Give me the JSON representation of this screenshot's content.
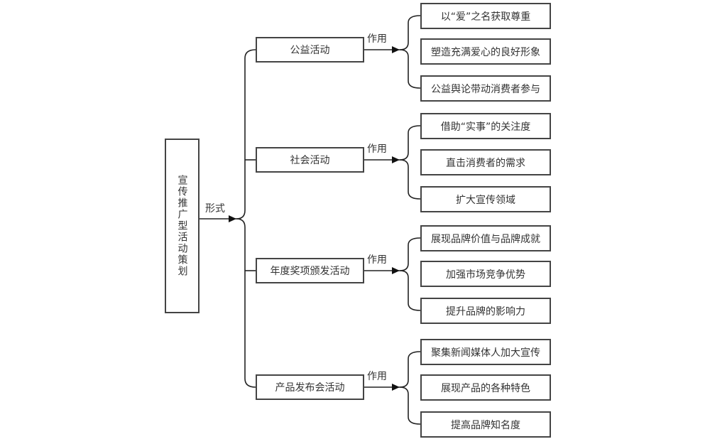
{
  "root": {
    "label": "宣传推广型活动策划",
    "edge_label": "形式"
  },
  "branches": [
    {
      "label": "公益活动",
      "edge_label": "作用",
      "effects": [
        "以“爱”之名获取尊重",
        "塑造充满爱心的良好形象",
        "公益舆论带动消费者参与"
      ]
    },
    {
      "label": "社会活动",
      "edge_label": "作用",
      "effects": [
        "借助“实事”的关注度",
        "直击消费者的需求",
        "扩大宣传领域"
      ]
    },
    {
      "label": "年度奖项颁发活动",
      "edge_label": "作用",
      "effects": [
        "展现品牌价值与品牌成就",
        "加强市场竞争优势",
        "提升品牌的影响力"
      ]
    },
    {
      "label": "产品发布会活动",
      "edge_label": "作用",
      "effects": [
        "聚集新闻媒体人加大宣传",
        "展现产品的各种特色",
        "提高品牌知名度"
      ]
    }
  ]
}
